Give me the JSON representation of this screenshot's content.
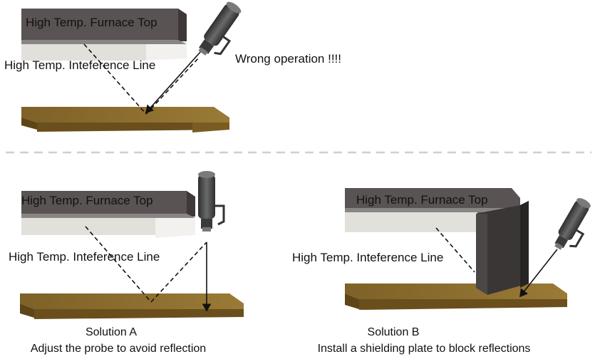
{
  "scenes": {
    "wrong": {
      "furnace_label": "High Temp. Furnace Top",
      "interference_label": "High Temp. Inteference Line",
      "warning": "Wrong operation !!!!"
    },
    "solution_a": {
      "furnace_label": "High Temp. Furnace Top",
      "interference_label": "High Temp. Inteference Line",
      "title": "Solution A",
      "description": "Adjust the probe to avoid reflection"
    },
    "solution_b": {
      "furnace_label": "High Temp. Furnace Top",
      "interference_label": "High Temp. Inteference Line",
      "title": "Solution B",
      "description": "Install a shielding plate to block reflections"
    }
  },
  "colors": {
    "furnace_top": "#5c5555",
    "furnace_face": "#e4e2dc",
    "plate_top": "#8a6a2c",
    "plate_edge": "#6a4f1c",
    "probe_body": "#4a4a4a",
    "shield": "#3a3838",
    "divider": "#cfcfcf"
  }
}
